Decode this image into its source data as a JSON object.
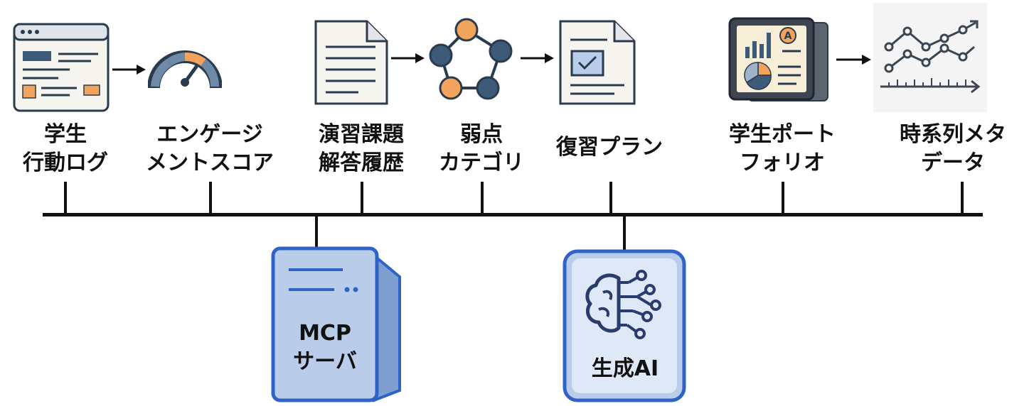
{
  "colors": {
    "line": "#111111",
    "orange": "#f2a45c",
    "navy": "#3d5a78",
    "panel_blue": "#b9cdea",
    "panel_edge": "#2f63c6"
  },
  "nodes": [
    {
      "line1": "学生",
      "line2": "行動ログ"
    },
    {
      "line1": "エンゲージ",
      "line2": "メントスコア"
    },
    {
      "line1": "演習課題",
      "line2": "解答履歴"
    },
    {
      "line1": "弱点",
      "line2": "カテゴリ"
    },
    {
      "line1": "復習プラン",
      "line2": ""
    },
    {
      "line1": "学生ポート",
      "line2": "フォリオ"
    },
    {
      "line1": "時系列メタ",
      "line2": "データ"
    }
  ],
  "mcp_server": {
    "line1": "MCP",
    "line2": "サーバ"
  },
  "gen_ai": {
    "label": "生成AI"
  },
  "portfolio_badge": "A"
}
